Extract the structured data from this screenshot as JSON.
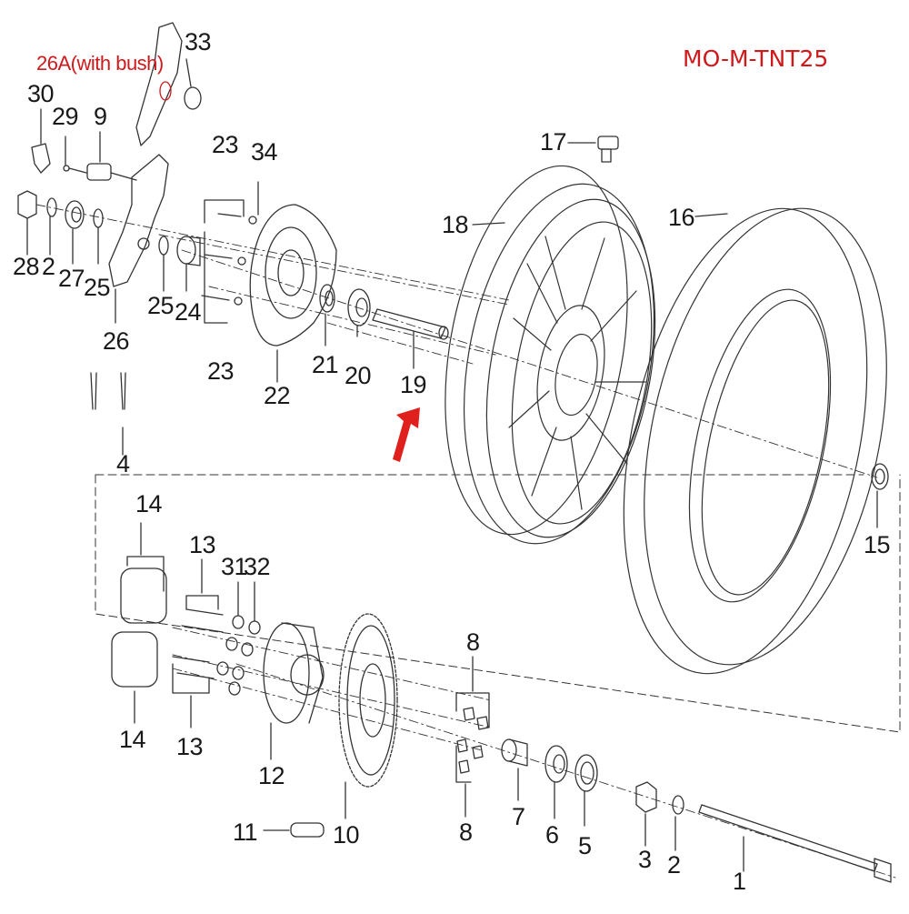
{
  "header": {
    "model_code": "MO-M-TNT25"
  },
  "note": {
    "label_26a": "26A(with bush)"
  },
  "parts": {
    "p1": "1",
    "p2a": "2",
    "p2b": "2",
    "p3": "3",
    "p4": "4",
    "p5": "5",
    "p6": "6",
    "p7": "7",
    "p8a": "8",
    "p8b": "8",
    "p9": "9",
    "p10": "10",
    "p11": "11",
    "p12": "12",
    "p13a": "13",
    "p13b": "13",
    "p14a": "14",
    "p14b": "14",
    "p15": "15",
    "p16": "16",
    "p17": "17",
    "p18": "18",
    "p19": "19",
    "p20": "20",
    "p21": "21",
    "p22": "22",
    "p23a": "23",
    "p23b": "23",
    "p24": "24",
    "p25a": "25",
    "p25b": "25",
    "p26": "26",
    "p27": "27",
    "p28": "28",
    "p29": "29",
    "p30": "30",
    "p31": "31",
    "p32": "32",
    "p33": "33",
    "p34": "34"
  },
  "colors": {
    "line": "#333333",
    "accent": "#d0191b"
  },
  "icons": {
    "highlight": "arrow-up-right-icon"
  }
}
